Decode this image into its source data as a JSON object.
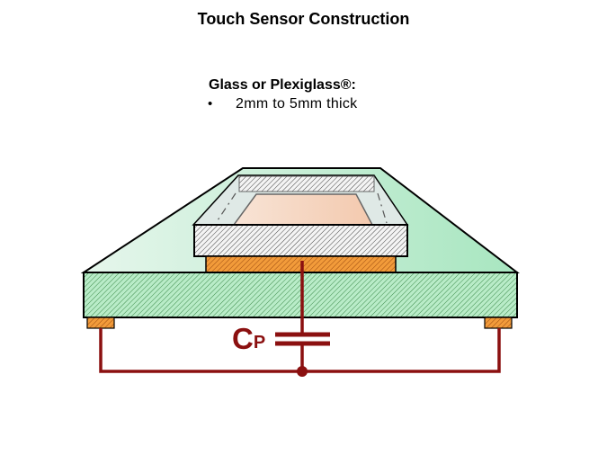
{
  "title": "Touch Sensor Construction",
  "material": {
    "heading": "Glass or Plexiglass®:",
    "bullet": "•",
    "thickness": "2mm to 5mm thick"
  },
  "capacitor": {
    "label": "C",
    "subscript": "P"
  },
  "colors": {
    "wire": "#8b1010",
    "pcb": "#b8eccb",
    "electrode": "#f0902a",
    "glass": "#e8e8e8"
  }
}
